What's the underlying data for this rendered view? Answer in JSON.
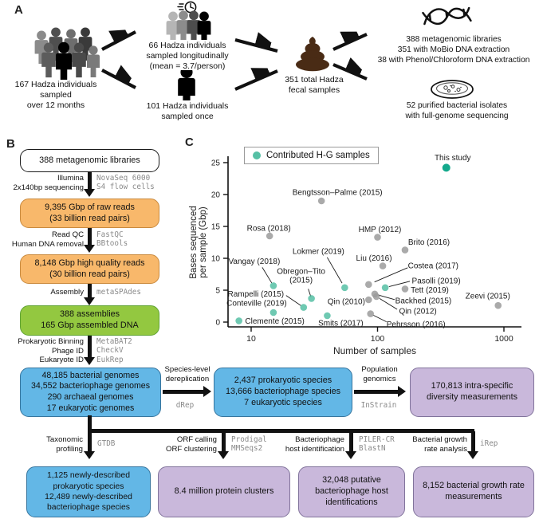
{
  "panelA": {
    "label": "A",
    "crowd_caption": "167 Hadza individuals\nsampled\nover 12 months",
    "longitudinal_caption": "66 Hadza individuals\nsampled longitudinally\n(mean = 3.7/person)",
    "once_caption": "101 Hadza individuals\nsampled once",
    "fecal_caption": "351 total Hadza\nfecal samples",
    "libraries_caption": "388 metagenomic libraries\n351 with MoBio DNA extraction\n38 with Phenol/Chloroform DNA extraction",
    "isolates_caption": "52 purified bacterial isolates\nwith full-genome sequencing"
  },
  "panelB": {
    "label": "B",
    "boxes": {
      "libraries": "388 metagenomic libraries",
      "raw_reads": "9,395 Gbp of raw reads\n(33 billion read pairs)",
      "hq_reads": "8,148 Gbp high quality reads\n(30 billion read pairs)",
      "assemblies": "388 assemblies\n165 Gbp assembled DNA",
      "genomes": "48,185 bacterial genomes\n34,552 bacteriophage genomes\n290 archaeal genomes\n17 eukaryotic genomes",
      "species": "2,437 prokaryotic species\n13,666 bacteriophage species\n7 eukaryotic species",
      "diversity": "170,813 intra-specific\ndiversity measurements",
      "new_species": "1,125 newly-described\nprokaryotic species\n12,489 newly-described\nbacteriophage species",
      "protein_clusters": "8.4 million protein clusters",
      "phage_hosts": "32,048 putative\nbacteriophage host\nidentifications",
      "growth_rates": "8,152 bacterial growth rate\nmeasurements"
    },
    "steps": {
      "sequencing": {
        "method": "Illumina\n2x140bp sequencing",
        "tool": "NovaSeq 6000\nS4 flow cells"
      },
      "qc": {
        "method": "Read QC\nHuman DNA removal",
        "tool": "FastQC\nBBtools"
      },
      "assembly": {
        "method": "Assembly",
        "tool": "metaSPAdes"
      },
      "binning": {
        "method": "Prokaryotic Binning\nPhage ID\nEukaryote ID",
        "tool": "MetaBAT2\nCheckV\nEukRep"
      },
      "dereplication": {
        "method": "Species-level\ndereplication",
        "tool": "dRep"
      },
      "popgen": {
        "method": "Population\ngenomics",
        "tool": "InStrain"
      },
      "taxonomy": {
        "method": "Taxonomic\nprofiling",
        "tool": "GTDB"
      },
      "orf": {
        "method": "ORF calling\nORF clustering",
        "tool": "Prodigal\nMMSeqs2"
      },
      "phagehost": {
        "method": "Bacteriophage\nhost identification",
        "tool": "PILER-CR\nBlastN"
      },
      "growth": {
        "method": "Bacterial growth\nrate analysis",
        "tool": "iRep"
      }
    }
  },
  "panelC": {
    "label": "C",
    "legend": "Contributed H-G samples"
  },
  "chart_data": {
    "type": "scatter",
    "title": "",
    "xlabel": "Number of samples",
    "ylabel": "Bases sequenced\nper sample (Gbp)",
    "x_scale": "log10",
    "xlim": [
      6,
      1300
    ],
    "ylim": [
      0,
      26
    ],
    "xticks": [
      10,
      100,
      1000
    ],
    "yticks": [
      0,
      5,
      10,
      15,
      20,
      25
    ],
    "grid": false,
    "legend_label": "Contributed H-G samples",
    "legend_position": "top-left",
    "colors": {
      "hg": "#56C0A5",
      "this_study": "#14A98C",
      "other": "#9B9B9B"
    },
    "points": [
      {
        "label": "This study",
        "x": 350,
        "y": 24.2,
        "hg": true,
        "emph": true,
        "dx": 8,
        "dy": -13
      },
      {
        "label": "Bengtsson–Palme (2015)",
        "x": 36,
        "y": 19.0,
        "hg": false,
        "dx": 20,
        "dy": -11
      },
      {
        "label": "Rosa (2018)",
        "x": 14,
        "y": 13.5,
        "hg": false,
        "dx": -1,
        "dy": -10
      },
      {
        "label": "HMP (2012)",
        "x": 100,
        "y": 13.3,
        "hg": false,
        "dx": 3,
        "dy": -10
      },
      {
        "label": "Brito (2016)",
        "x": 165,
        "y": 11.3,
        "hg": false,
        "dx": 30,
        "dy": -10
      },
      {
        "label": "Liu (2016)",
        "x": 110,
        "y": 8.8,
        "hg": false,
        "dx": -11,
        "dy": -10
      },
      {
        "label": "Vangay (2018)",
        "x": 15,
        "y": 5.7,
        "hg": true,
        "dx": -24,
        "dy": -31,
        "leader": [
          -14,
          -23
        ]
      },
      {
        "label": "Lokmer (2019)",
        "x": 55,
        "y": 5.4,
        "hg": true,
        "dx": -33,
        "dy": -46,
        "leader": [
          -22,
          -38
        ]
      },
      {
        "label": "Obregon–Tito\n(2015)",
        "x": 30,
        "y": 3.7,
        "hg": true,
        "dx": -13,
        "dy": -29,
        "leader": [
          -4,
          -12
        ]
      },
      {
        "label": "Costea (2017)",
        "x": 85,
        "y": 5.9,
        "hg": false,
        "dx": 81,
        "dy": -24,
        "leader": [
          49,
          -21
        ]
      },
      {
        "label": "Pasolli (2019)",
        "x": 115,
        "y": 5.4,
        "hg": true,
        "dx": 64,
        "dy": -9,
        "leader": [
          31,
          -8
        ]
      },
      {
        "label": "Tett (2019)",
        "x": 165,
        "y": 5.2,
        "hg": false,
        "dx": 31,
        "dy": 1
      },
      {
        "label": "Backhed (2015)",
        "x": 95,
        "y": 4.4,
        "hg": false,
        "dx": 61,
        "dy": 8,
        "leader": [
          25,
          7
        ]
      },
      {
        "label": "Qin (2012)",
        "x": 98,
        "y": 4.0,
        "hg": false,
        "dx": 52,
        "dy": 18,
        "leader": [
          26,
          16
        ]
      },
      {
        "label": "Qin (2010)",
        "x": 85,
        "y": 3.5,
        "hg": false,
        "dx": -28,
        "dy": 2
      },
      {
        "label": "Zeevi (2015)",
        "x": 900,
        "y": 2.6,
        "hg": false,
        "dx": -13,
        "dy": -12
      },
      {
        "label": "Rampelli (2015)",
        "x": 26,
        "y": 2.3,
        "hg": true,
        "dx": -60,
        "dy": -17,
        "leader": [
          -22,
          -15
        ]
      },
      {
        "label": "Conteville (2019)",
        "x": 15,
        "y": 1.5,
        "hg": true,
        "dx": -21,
        "dy": -12
      },
      {
        "label": "Pehrsson (2016)",
        "x": 88,
        "y": 1.3,
        "hg": false,
        "dx": 57,
        "dy": 13,
        "leader": [
          20,
          10
        ]
      },
      {
        "label": "Smits (2017)",
        "x": 40,
        "y": 1.0,
        "hg": true,
        "dx": 17,
        "dy": 9
      },
      {
        "label": "Clemente (2015)",
        "x": 8,
        "y": 0.2,
        "hg": true,
        "dx": 45,
        "dy": 0
      }
    ]
  }
}
